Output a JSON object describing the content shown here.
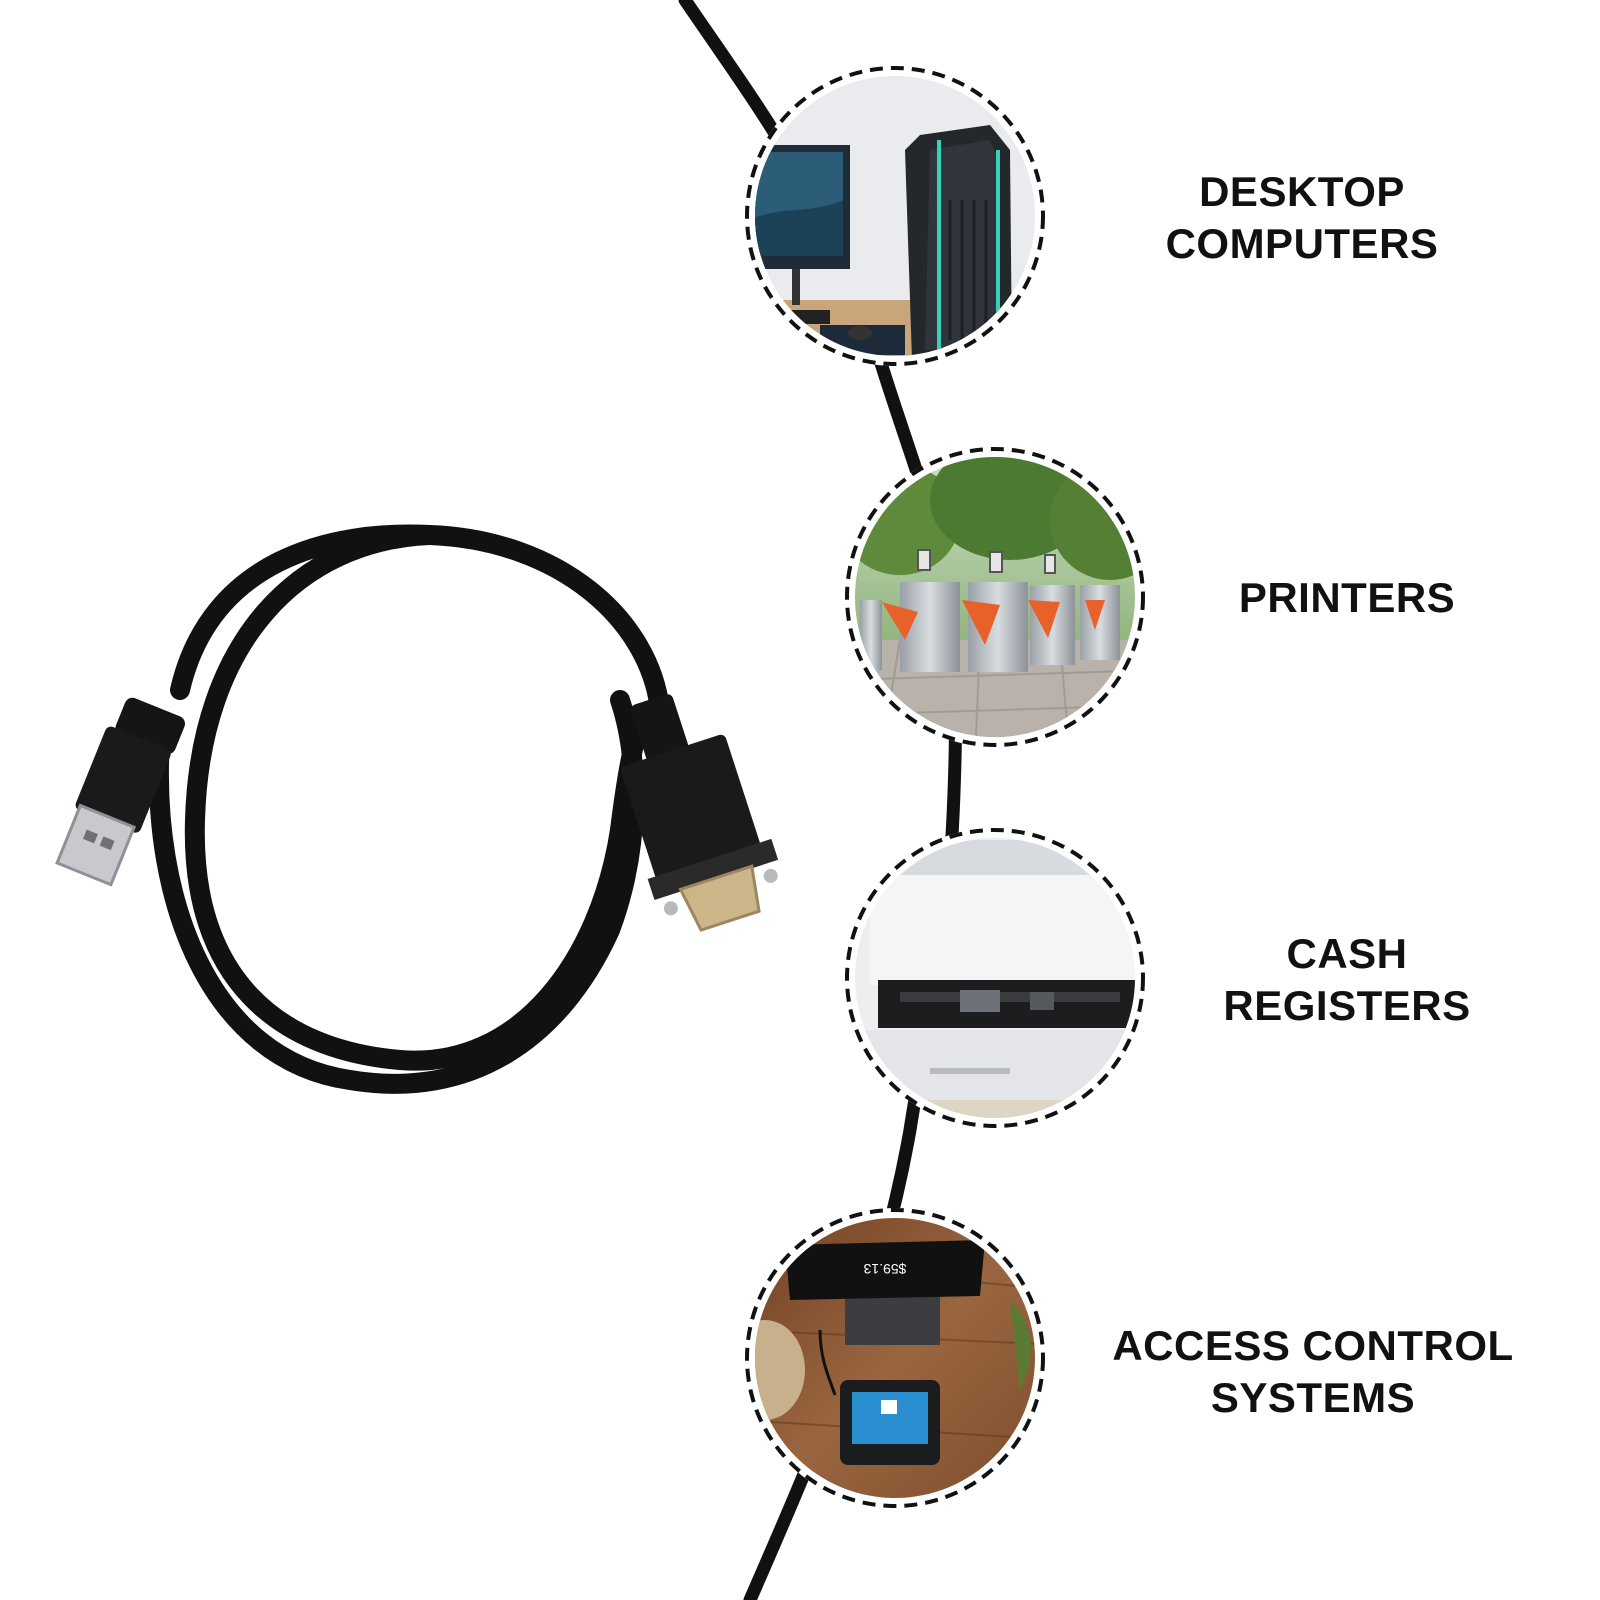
{
  "features": [
    {
      "id": "desktop",
      "lines": [
        "DESKTOP",
        "COMPUTERS"
      ],
      "icon": "desktop-computer-photo"
    },
    {
      "id": "printers",
      "lines": [
        "PRINTERS"
      ],
      "icon": "turnstile-gates-photo"
    },
    {
      "id": "cash",
      "lines": [
        "CASH",
        "REGISTERS"
      ],
      "icon": "printer-slot-photo"
    },
    {
      "id": "access",
      "lines": [
        "ACCESS CONTROL",
        "SYSTEMS"
      ],
      "icon": "payment-terminal-photo"
    }
  ],
  "terminal_screen": {
    "amount": "$59.13"
  },
  "colors": {
    "cable": "#111111",
    "gate_flap": "#e8612a",
    "pc_accent": "#37d0b8",
    "wood": "#8a5634",
    "card_reader_screen": "#2a8fd0"
  }
}
